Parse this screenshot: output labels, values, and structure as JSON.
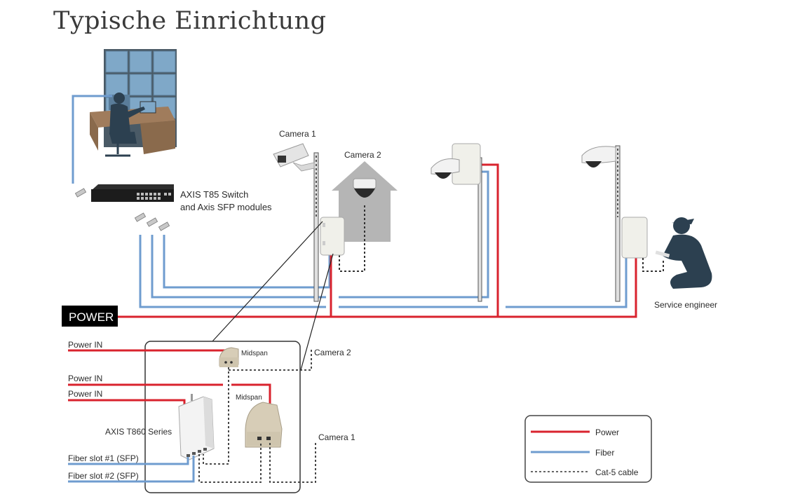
{
  "title": "Typische Einrichtung",
  "colors": {
    "power": "#d9232e",
    "fiber": "#6f9ccf",
    "cat5": "#333333",
    "house": "#b5b5b5",
    "silhouette": "#2c4050",
    "box": "#e9e9e3",
    "badge": "#000000"
  },
  "labels": {
    "switch_line1": "AXIS T85 Switch",
    "switch_line2": "and Axis SFP modules",
    "camera1_top": "Camera 1",
    "camera2_top": "Camera 2",
    "service_engineer": "Service engineer",
    "power_badge": "POWER",
    "power_in_1": "Power IN",
    "power_in_2": "Power IN",
    "power_in_3": "Power IN",
    "midspan_1": "Midspan",
    "midspan_2": "Midspan",
    "t860": "AXIS T860 Series",
    "fiber_slot_1": "Fiber slot #1 (SFP)",
    "fiber_slot_2": "Fiber slot #2 (SFP)",
    "camera2_detail": "Camera 2",
    "camera1_detail": "Camera 1"
  },
  "legend": [
    {
      "label": "Power",
      "style": "power"
    },
    {
      "label": "Fiber",
      "style": "fiber"
    },
    {
      "label": "Cat-5 cable",
      "style": "cat5"
    }
  ],
  "icons": {
    "video_wall": "video-wall-icon",
    "operator": "operator-desk-icon",
    "switch": "network-switch-icon",
    "sfp": "sfp-module-icon",
    "box_camera": "box-camera-icon",
    "dome_camera": "dome-camera-icon",
    "house": "house-icon",
    "enclosure": "outdoor-enclosure-icon",
    "engineer": "service-engineer-icon",
    "midspan": "midspan-icon",
    "media_converter": "media-converter-icon"
  }
}
